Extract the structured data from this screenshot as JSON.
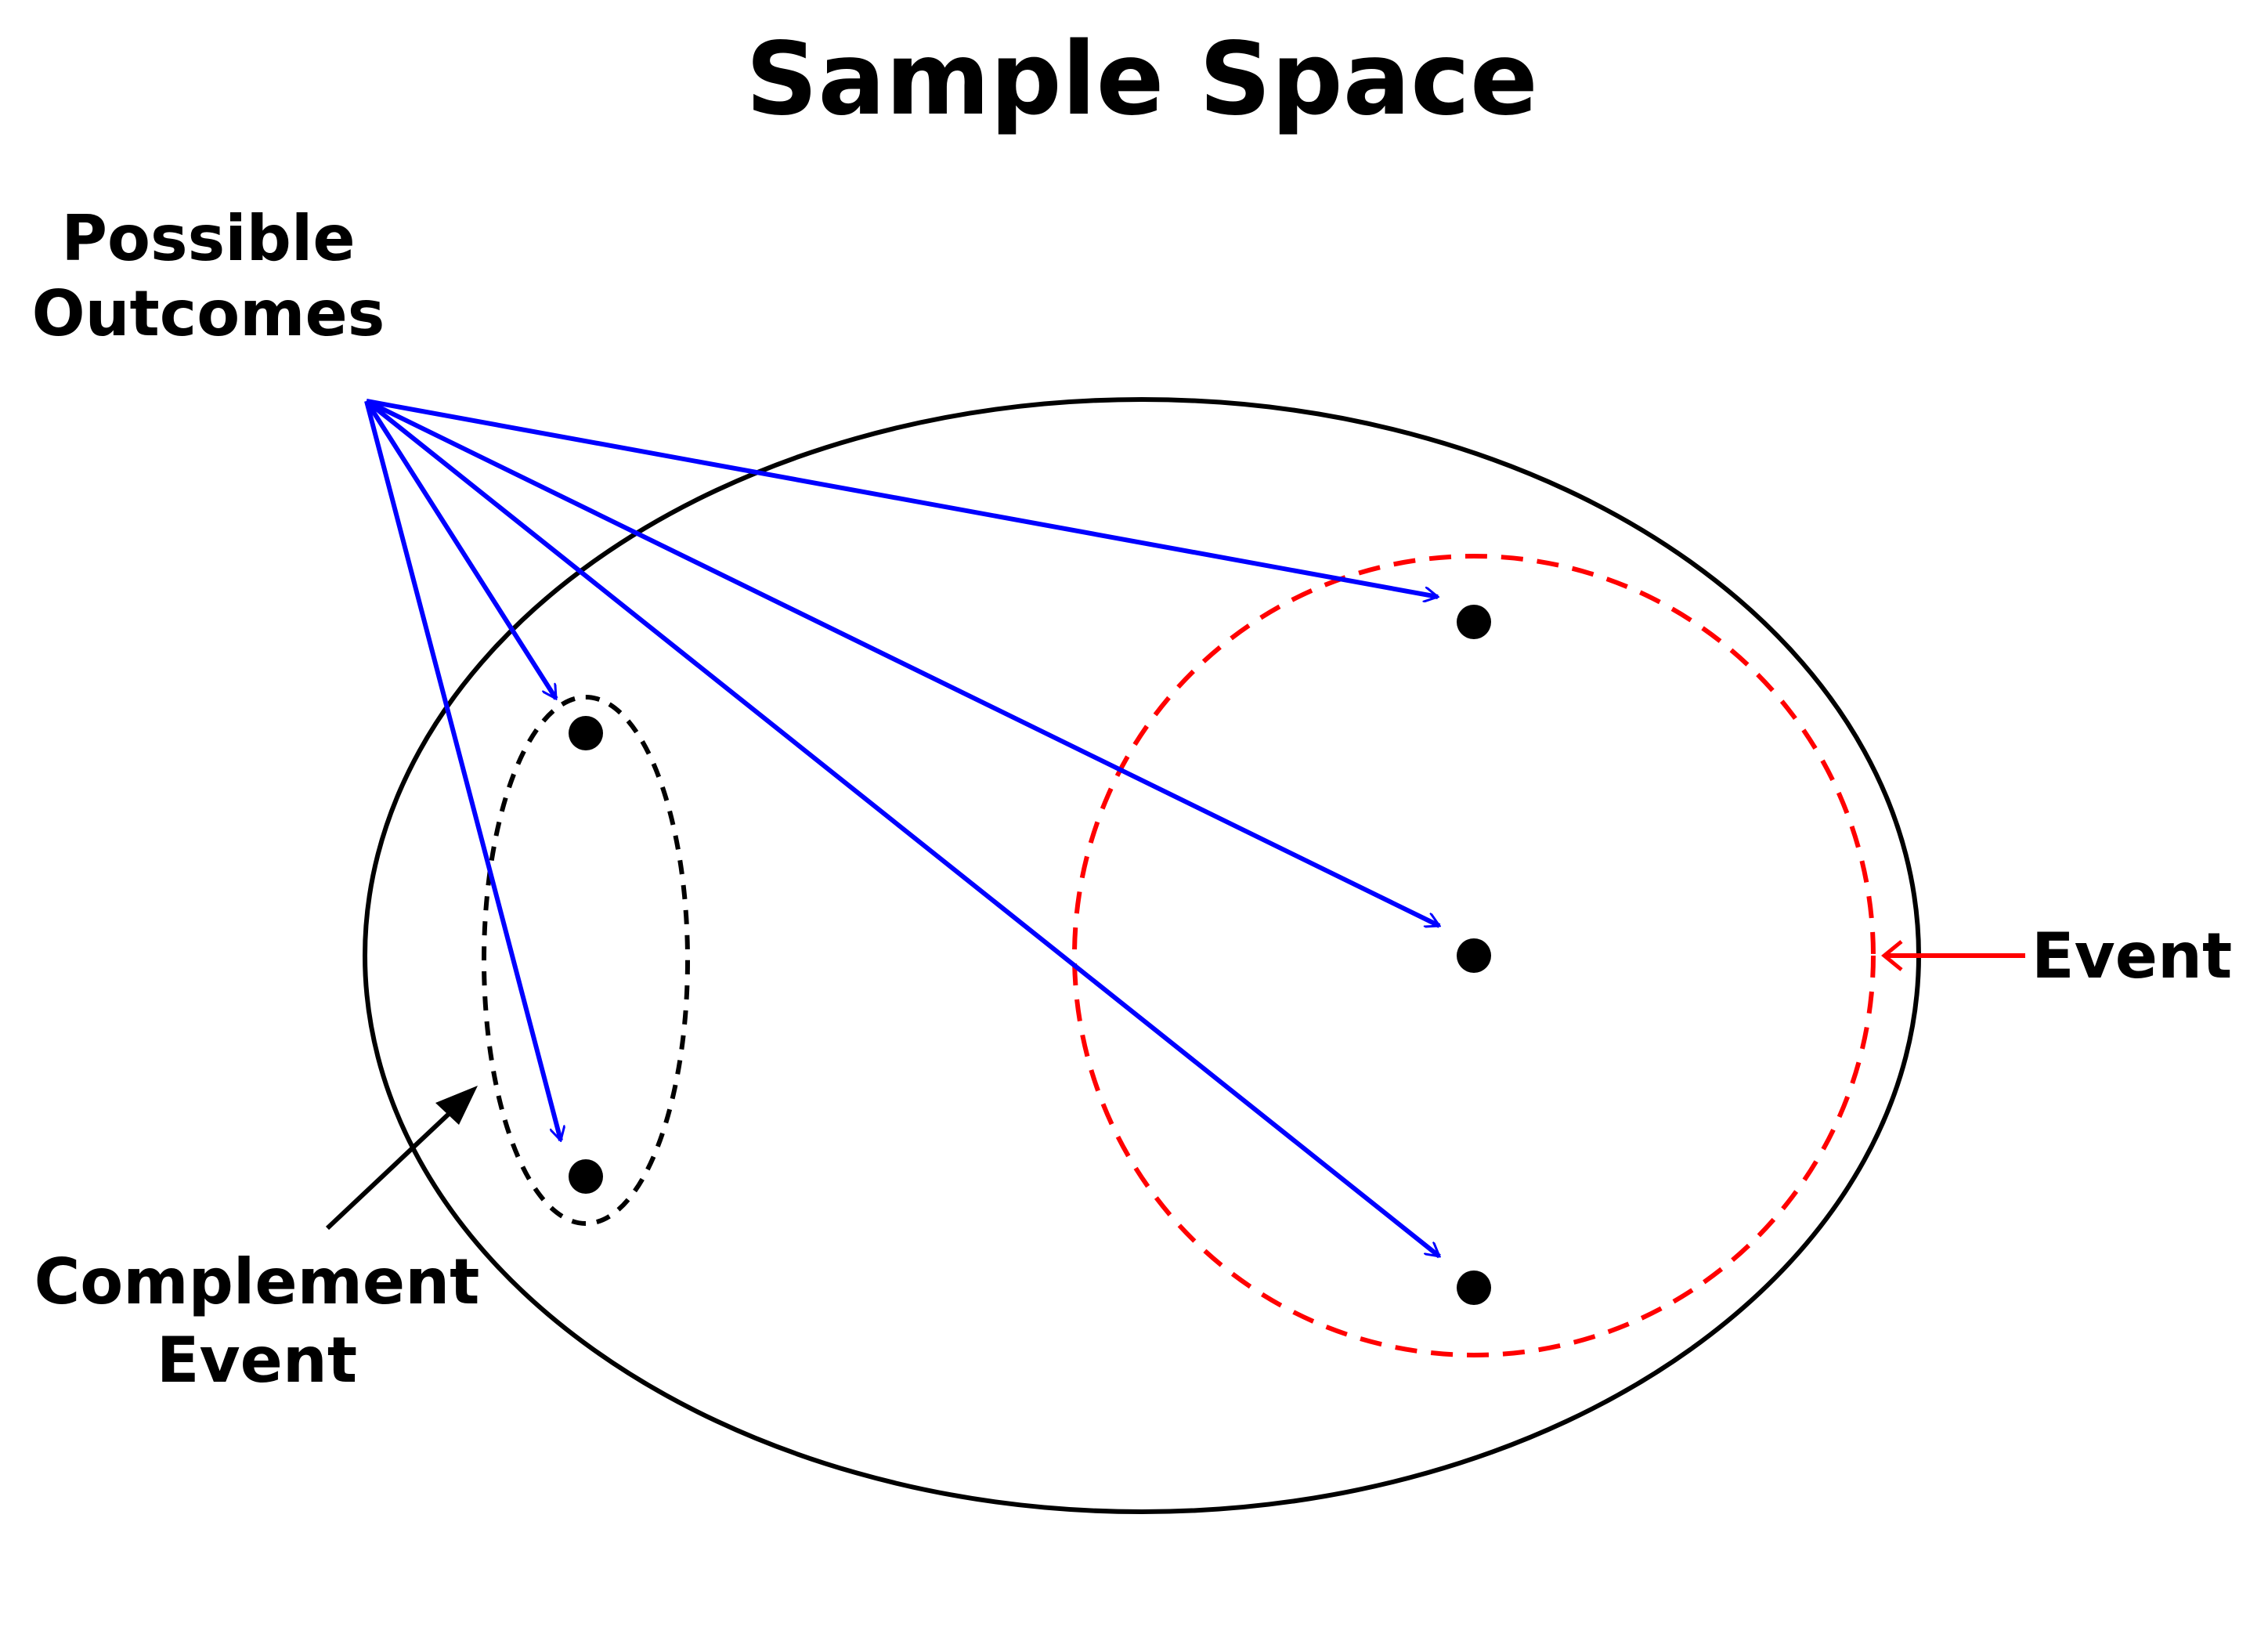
{
  "title": "Sample Space",
  "labels": {
    "possible_outcomes_line1": "Possible",
    "possible_outcomes_line2": "Outcomes",
    "event": "Event",
    "complement_line1": "Complement",
    "complement_line2": "Event"
  },
  "colors": {
    "sample_space": "#000000",
    "event": "#ff0000",
    "complement": "#000000",
    "outcome_arrows": "#0000ff",
    "points": "#000000"
  },
  "icons": {
    "outcome_point": "filled-circle",
    "arrow": "open-arrowhead"
  }
}
